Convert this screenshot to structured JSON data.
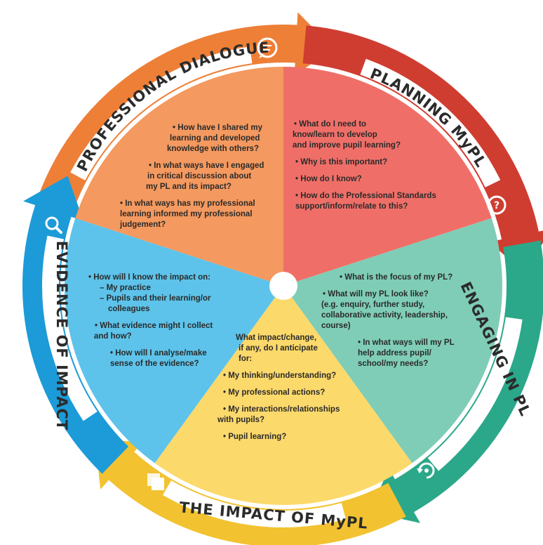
{
  "colors": {
    "orange": "#EE7F37",
    "red": "#CF3D31",
    "teal": "#2BA889",
    "yellow": "#F2C230",
    "blue": "#1C9BD8",
    "seg_orange": "#F4995F",
    "seg_red": "#EF6F68",
    "seg_teal": "#7FCDB6",
    "seg_yellow": "#FCD96B",
    "seg_blue": "#5DC3EA"
  },
  "arrows": {
    "professional_dialogue": "PROFESSIONAL DIALOGUE",
    "planning": "PLANNING MyPL",
    "engaging": "ENGAGING IN PL",
    "impact": "THE IMPACT OF MyPL",
    "evidence": "EVIDENCE OF IMPACT"
  },
  "icons": {
    "professional_dialogue": "speech-bubble-icon",
    "planning": "question-bubble-icon",
    "engaging": "refresh-cycle-icon",
    "impact": "stacked-squares-icon",
    "evidence": "magnifier-icon"
  },
  "segments": {
    "professional_dialogue": [
      "• How have I shared my",
      "learning and developed",
      "knowledge with others?",
      "• In what ways have I engaged",
      "in critical discussion about",
      "my PL and its impact?",
      "• In what ways has my professional",
      "learning informed my professional",
      "judgement?"
    ],
    "planning": [
      "• What do I need to",
      "know/learn to develop",
      "and improve pupil learning?",
      "• Why is this important?",
      "• How do I know?",
      "• How do the Professional Standards",
      "support/inform/relate to this?"
    ],
    "engaging": [
      "• What is the focus of my PL?",
      "• What will my PL look like?",
      "(e.g. enquiry, further study,",
      "collaborative activity, leadership,",
      "course)",
      "• In what ways will my PL",
      "help address pupil/",
      "school/my needs?"
    ],
    "impact": [
      "What impact/change,",
      "if any, do I anticipate",
      "for:",
      "• My thinking/understanding?",
      "• My professional actions?",
      "• My interactions/relationships",
      "with pupils?",
      "• Pupil learning?"
    ],
    "evidence": [
      "• How will I know the impact on:",
      "– My practice",
      "– Pupils and their learning/or",
      "colleagues",
      "• What evidence might I collect",
      "and how?",
      "• How will I analyse/make",
      "sense of the evidence?"
    ]
  }
}
